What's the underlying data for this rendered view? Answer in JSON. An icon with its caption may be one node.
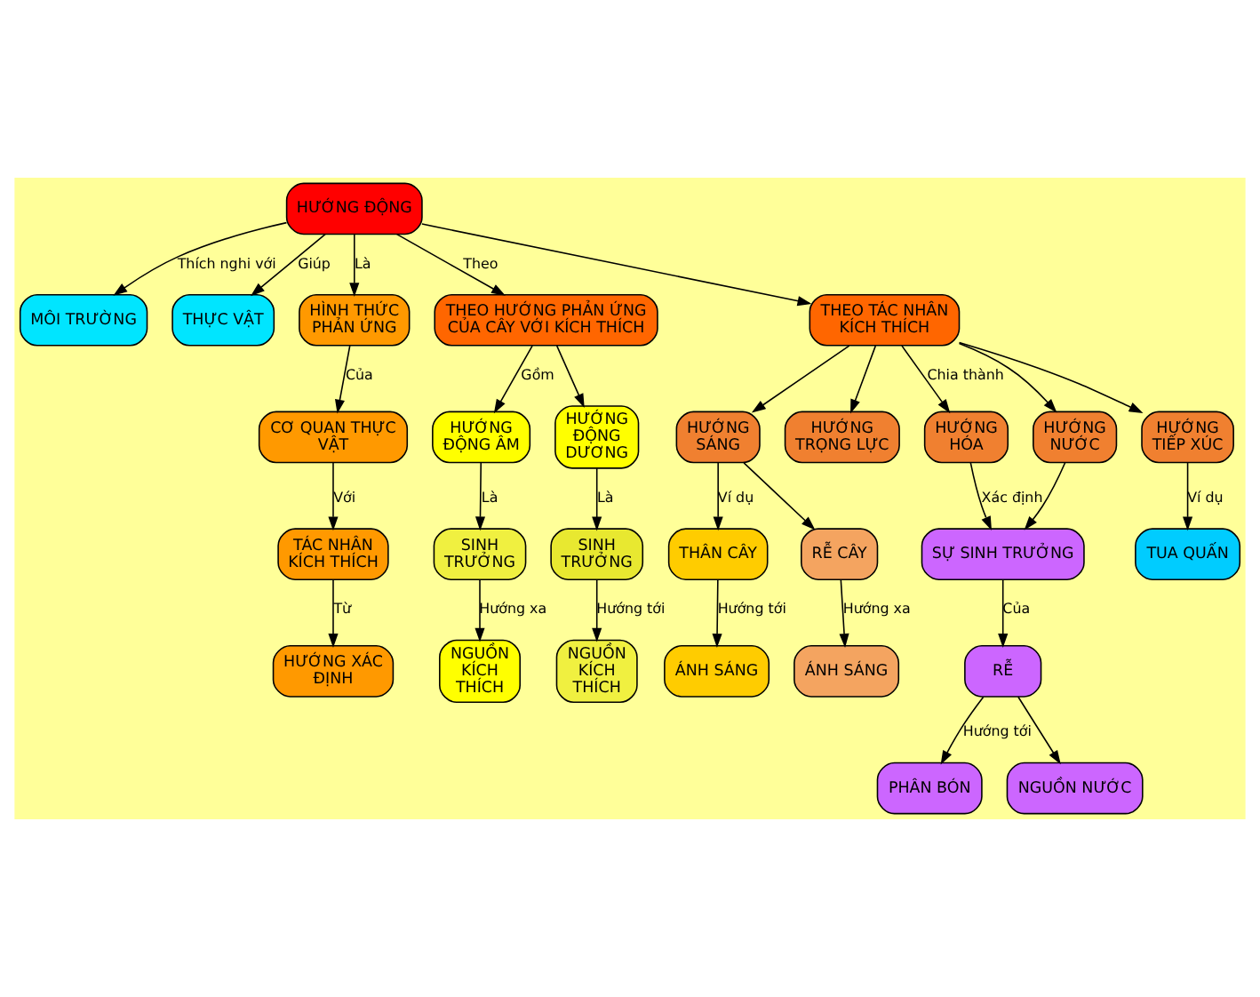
{
  "diagram": {
    "nodes": [
      {
        "text": [
          "MÔI TRƯỜNG"
        ]
      },
      {
        "text": [
          "THỰC VẬT"
        ]
      },
      {
        "text": [
          "HÌNH THỨC PHẢN ỨNG"
        ]
      },
      {
        "text": [
          "CƠ QUAN THỰC VẬT"
        ]
      },
      {
        "text": [
          "HƯỚNG ĐỘNG"
        ]
      },
      {
        "text": [
          "TÁC NHÂN KÍCH THÍCH"
        ]
      },
      {
        "text": [
          "THEO HƯỚNG PHẢN ỨNG CỦA CÂY VỚI KÍCH THÍCH"
        ]
      },
      {
        "text": [
          "THEO TÁC NHÂN KÍCH THÍCH"
        ]
      },
      {
        "text": [
          "HƯỚNG XÁC ĐỊNH"
        ]
      },
      {
        "text": [
          "HƯỚNG ĐỘNG ÂM"
        ]
      },
      {
        "text": [
          "HƯỚNG ĐỘNG DƯƠNG"
        ]
      },
      {
        "text": [
          "HƯỚNG SÁNG"
        ]
      },
      {
        "text": [
          "HƯỚNG TRỌNG LỰC"
        ]
      },
      {
        "text": [
          "HƯỚNG HÓA"
        ]
      },
      {
        "text": [
          "HƯỚNG NƯỚC"
        ]
      },
      {
        "text": [
          "HƯỚNG TIẾP XÚC"
        ]
      },
      {
        "text": [
          "SINH TRƯỞNG"
        ]
      },
      {
        "text": [
          "SINH TRƯỞNG"
        ]
      },
      {
        "text": [
          "THÂN CÂY"
        ]
      },
      {
        "text": [
          "RỄ CÂY"
        ]
      },
      {
        "text": [
          "SỰ SINH TRƯỞNG"
        ]
      },
      {
        "text": [
          "TUA QUẤN"
        ]
      },
      {
        "text": [
          "RỄ"
        ]
      },
      {
        "text": [
          "NGUỒN KÍCH THÍCH"
        ]
      },
      {
        "text": [
          "NGUỒN KÍCH THÍCH"
        ]
      },
      {
        "text": [
          "ÁNH SÁNG"
        ]
      },
      {
        "text": [
          "ÁNH SÁNG"
        ]
      },
      {
        "text": [
          "PHÂN BÓN"
        ]
      },
      {
        "text": [
          "NGUỒN NƯỚC"
        ]
      }
    ],
    "edges": [
      {
        "from": 4,
        "to": 0,
        "arrow": "to",
        "label": "Thích nghi với"
      },
      {
        "from": 4,
        "to": 1,
        "arrow": "to",
        "label": "Giúp"
      },
      {
        "from": 4,
        "to": 2,
        "arrow": "to",
        "label": "Là"
      },
      {
        "from": 2,
        "to": 3,
        "arrow": "to",
        "label": "Của"
      },
      {
        "from": 3,
        "to": 5,
        "arrow": "to",
        "label": "Với"
      },
      {
        "from": 5,
        "to": 8,
        "arrow": "to",
        "label": "Từ"
      },
      {
        "from": 4,
        "to": 6,
        "arrow": "to",
        "label": "Theo"
      },
      {
        "from": 4,
        "to": 7,
        "arrow": "to"
      },
      {
        "from": 6,
        "to": 9,
        "arrow": "to",
        "label": "Gồm"
      },
      {
        "from": 6,
        "to": 10,
        "arrow": "to"
      },
      {
        "from": 7,
        "to": 11,
        "arrow": "to"
      },
      {
        "from": 7,
        "to": 12,
        "arrow": "to"
      },
      {
        "from": 7,
        "to": 13,
        "arrow": "to",
        "label": "Chia thành"
      },
      {
        "from": 7,
        "to": 14,
        "arrow": "to"
      },
      {
        "from": 7,
        "to": 15,
        "arrow": "to"
      },
      {
        "from": 9,
        "to": 16,
        "arrow": "to",
        "label": "Là"
      },
      {
        "from": 10,
        "to": 17,
        "arrow": "to",
        "label": "Là"
      },
      {
        "from": 11,
        "to": 18,
        "arrow": "to",
        "label": "Ví dụ"
      },
      {
        "from": 11,
        "to": 19,
        "arrow": "to"
      },
      {
        "from": 13,
        "to": 20,
        "arrow": "to",
        "label": "Xác định"
      },
      {
        "from": 14,
        "to": 20,
        "arrow": "to"
      },
      {
        "from": 15,
        "to": 21,
        "arrow": "to",
        "label": "Ví dụ"
      },
      {
        "from": 16,
        "to": 23,
        "arrow": "to",
        "label": "Hướng xa"
      },
      {
        "from": 17,
        "to": 24,
        "arrow": "to",
        "label": "Hướng tới"
      },
      {
        "from": 18,
        "to": 25,
        "arrow": "to",
        "label": "Hướng tới"
      },
      {
        "from": 19,
        "to": 26,
        "arrow": "to",
        "label": "Hướng xa"
      },
      {
        "from": 20,
        "to": 22,
        "arrow": "to",
        "label": "Của"
      },
      {
        "from": 22,
        "to": 27,
        "arrow": "to",
        "label": "Hướng tới"
      },
      {
        "from": 22,
        "to": 28,
        "arrow": "to"
      }
    ]
  }
}
